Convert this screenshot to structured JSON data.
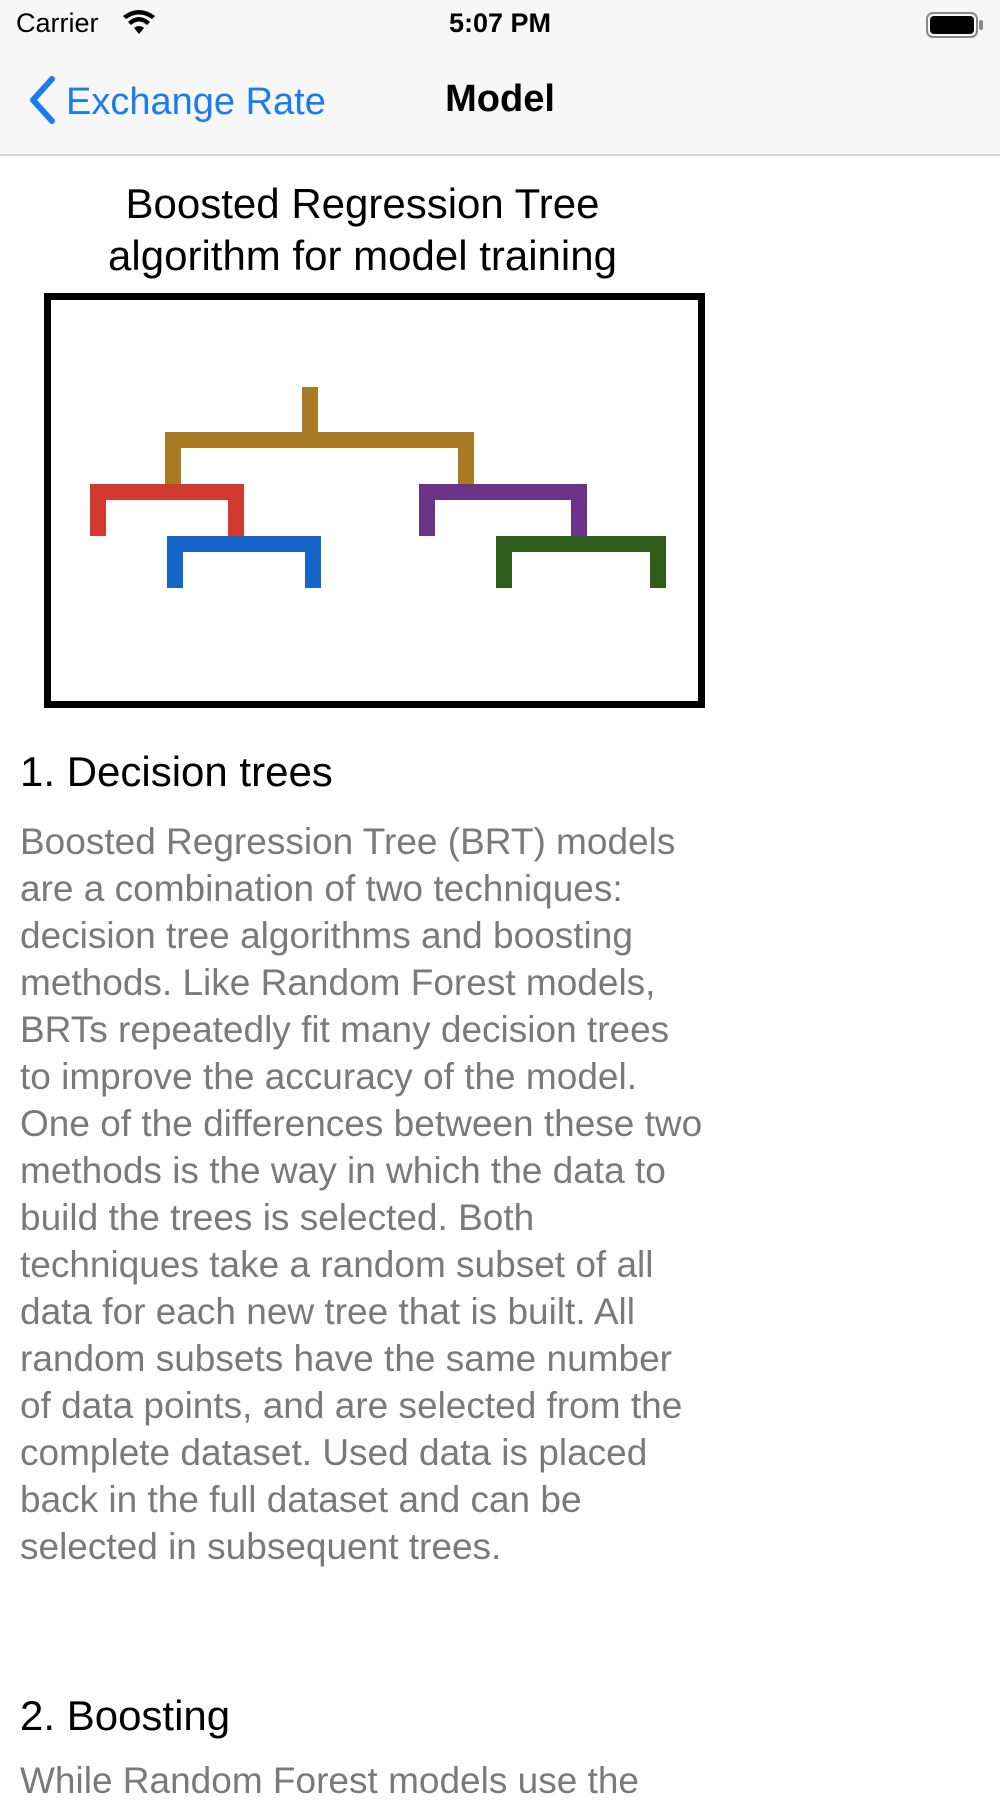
{
  "status_bar": {
    "carrier": "Carrier",
    "time": "5:07 PM"
  },
  "nav": {
    "back_label": "Exchange Rate",
    "title": "Model"
  },
  "diagram": {
    "title_line1": "Boosted Regression Tree",
    "title_line2": "algorithm for model training",
    "colors": {
      "root": "#a87b23",
      "left_branch": "#d23a2f",
      "left_sub": "#1566c8",
      "right_branch": "#6a3388",
      "right_sub": "#2e5c1b"
    }
  },
  "sections": [
    {
      "heading": "1. Decision trees",
      "body": "Boosted Regression Tree (BRT) models are a combination of two techniques: decision tree algorithms and boosting methods. Like Random Forest models, BRTs repeatedly fit many decision trees to improve the accuracy of the model. One of the differences between these two methods is the way in which the data to build the trees is selected. Both techniques take a random subset of all data for each new tree that is built. All random subsets have the same number of data points, and are selected from the complete dataset. Used data is placed back in the full dataset and can be selected in subsequent trees."
    },
    {
      "heading": "2. Boosting",
      "body": "While Random Forest models use the"
    }
  ]
}
